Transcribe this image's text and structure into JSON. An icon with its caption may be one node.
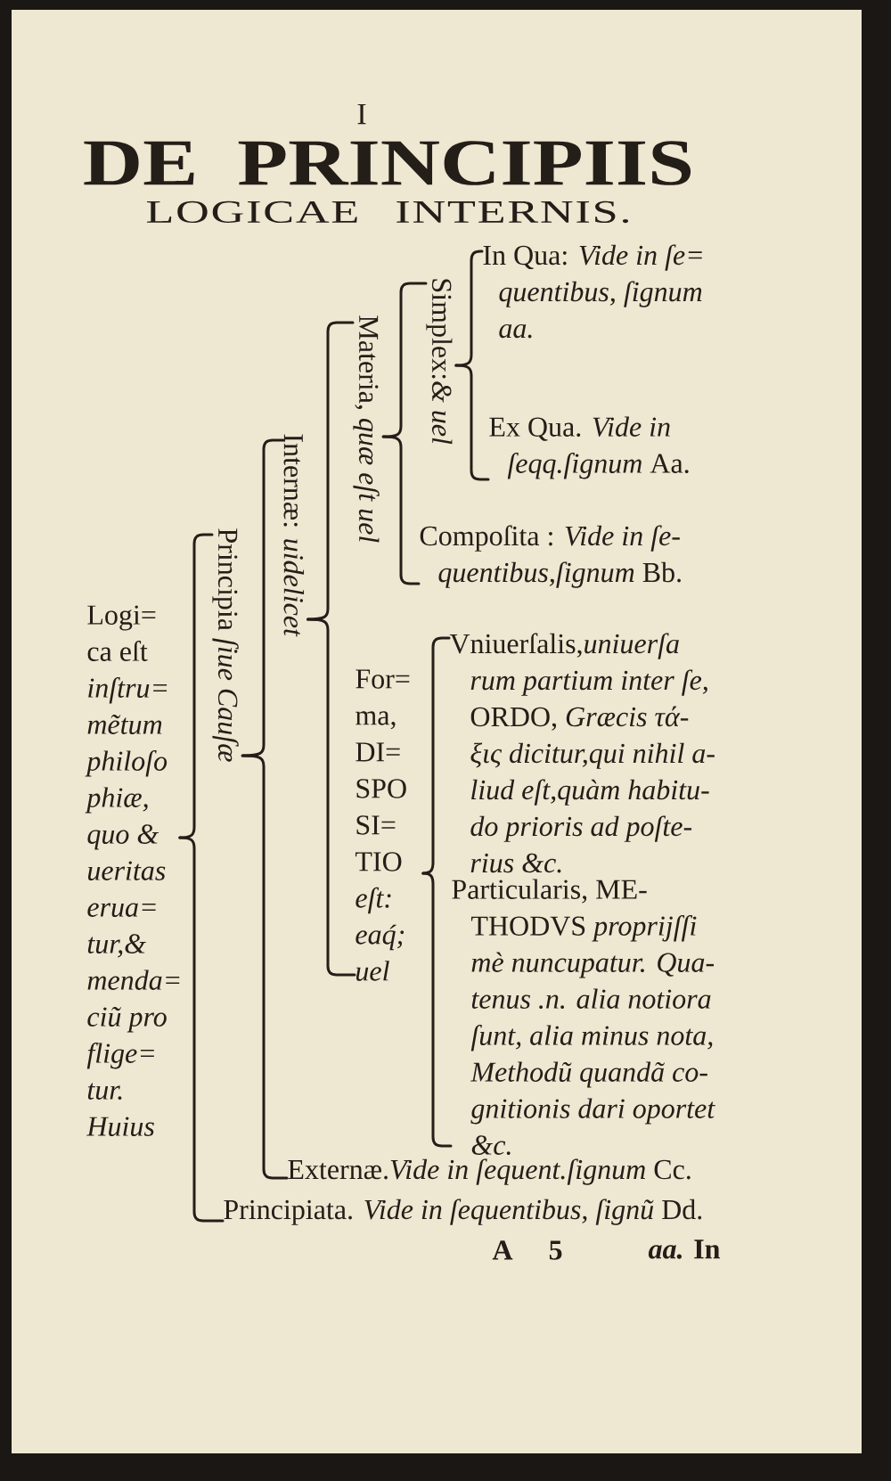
{
  "diagram": {
    "title": "DE PRINCIPIIS",
    "nodes": [
      {
        "text": [
          "Logi= ca eſt *inſtru= mẽtum philoſo phiæ, quo & ueritas erua= tur,& menda= ciũ pro flige= tur. Huius*"
        ]
      },
      {
        "text": [
          "Principia *ſiue Cauſæ*"
        ]
      },
      {
        "text": [
          "Internæ: *uidelicet*"
        ]
      },
      {
        "text": [
          "Materia, *quæ eſt uel*"
        ]
      },
      {
        "text": [
          "Simplex:*& uel*"
        ]
      },
      {
        "text": [
          "In Qua: *Vide in ſe= quentibus, ſignum aa.*"
        ]
      },
      {
        "text": [
          "Ex Qua. *Vide in ſeqq.ſignum* Aa."
        ]
      },
      {
        "text": [
          "Compoſita : *Vide in ſe- quentibus,ſignum* Bb."
        ]
      },
      {
        "text": [
          "For= ma, DI= SPO SI= TIO *eſt: eaq́; uel*"
        ]
      },
      {
        "text": [
          "Vniuerſalis,*uniuerſa rum partium inter ſe,* ORDO, *Græcis τά- ξις dicitur,qui nihil a- liud eſt,quàm habitu- do prioris ad poſte- rius &c.*"
        ]
      },
      {
        "text": [
          "Particularis, ME- THODVS *proprijſſi mè nuncupatur. Qua- tenus .n. alia notiora ſunt, alia minus nota, Methodũ quandã co- gnitionis dari oportet &c.*"
        ]
      },
      {
        "text": [
          "Externæ.*Vide in ſequent.ſignum* Cc."
        ]
      },
      {
        "text": [
          "Principiata. *Vide in ſequentibus, ſignũ* Dd."
        ]
      }
    ],
    "edges": [
      {
        "from": 0,
        "to": 1,
        "arrow": "none"
      },
      {
        "from": 0,
        "to": 12,
        "arrow": "none"
      },
      {
        "from": 1,
        "to": 2,
        "arrow": "none"
      },
      {
        "from": 1,
        "to": 11,
        "arrow": "none"
      },
      {
        "from": 2,
        "to": 3,
        "arrow": "none"
      },
      {
        "from": 2,
        "to": 8,
        "arrow": "none"
      },
      {
        "from": 3,
        "to": 4,
        "arrow": "none"
      },
      {
        "from": 3,
        "to": 7,
        "arrow": "none"
      },
      {
        "from": 4,
        "to": 5,
        "arrow": "none"
      },
      {
        "from": 4,
        "to": 6,
        "arrow": "none"
      },
      {
        "from": 8,
        "to": 9,
        "arrow": "none"
      },
      {
        "from": 8,
        "to": 10,
        "arrow": "none"
      }
    ],
    "labels": [
      "I",
      "LOGICAE INTERNIS.",
      "A 5",
      "*aa.* In"
    ]
  }
}
